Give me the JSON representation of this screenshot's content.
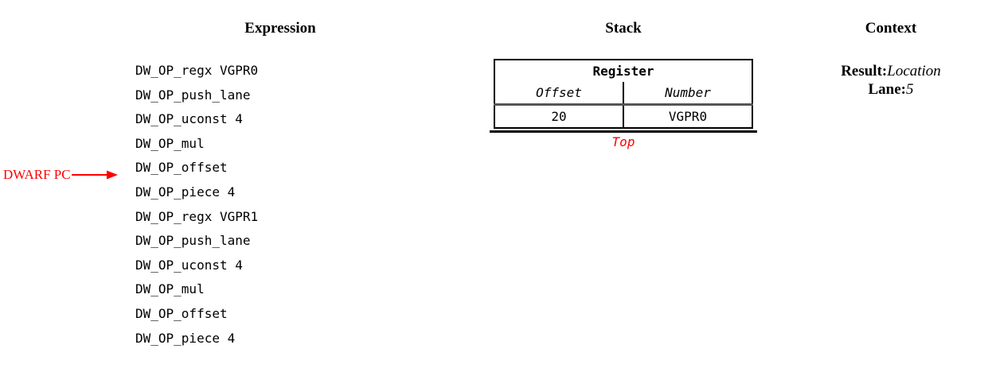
{
  "headings": {
    "expression": "Expression",
    "stack": "Stack",
    "context": "Context"
  },
  "expression": {
    "lines": [
      "DW_OP_regx VGPR0",
      "DW_OP_push_lane",
      "DW_OP_uconst 4",
      "DW_OP_mul",
      "DW_OP_offset",
      "DW_OP_piece 4",
      "DW_OP_regx VGPR1",
      "DW_OP_push_lane",
      "DW_OP_uconst 4",
      "DW_OP_mul",
      "DW_OP_offset",
      "DW_OP_piece 4"
    ],
    "pc_marker": {
      "label": "DWARF PC",
      "points_to_line_index": 5,
      "color": "#ff0000"
    }
  },
  "stack": {
    "entry_title": "Register",
    "column_headers": [
      "Offset",
      "Number"
    ],
    "rows": [
      {
        "offset": "20",
        "number": "VGPR0",
        "offset_color": "#ff0000"
      }
    ],
    "top_label": "Top",
    "top_label_color": "#ff0000"
  },
  "context": {
    "entries": [
      {
        "key": "Result:",
        "value": "Location"
      },
      {
        "key": "Lane:",
        "value": "5"
      }
    ]
  },
  "colors": {
    "ink": "#000000",
    "highlight": "#ff0000",
    "rule": "#555555",
    "background": "#ffffff"
  }
}
